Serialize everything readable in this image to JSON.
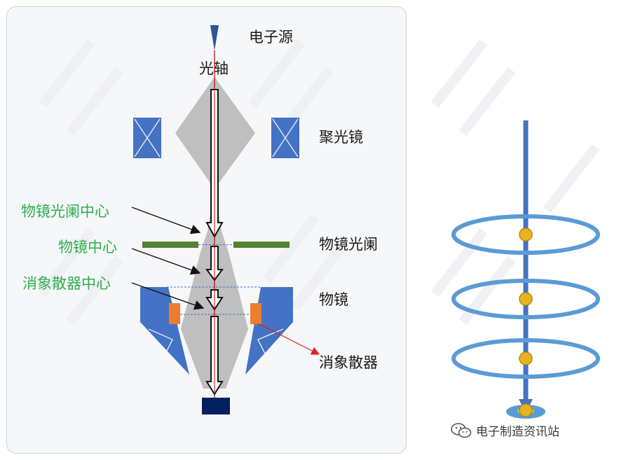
{
  "labels": {
    "electron_source": "电子源",
    "optical_axis": "光轴",
    "condenser_lens": "聚光镜",
    "objective_aperture_center": "物镜光阑中心",
    "objective_aperture": "物镜光阑",
    "objective_center": "物镜中心",
    "stigmator_center": "消象散器中心",
    "objective_lens": "物镜",
    "stigmator": "消象散器"
  },
  "watermark": {
    "icon": "wechat-icon",
    "text": "电子制造资讯站"
  },
  "colors": {
    "lens_blue": "#4472c4",
    "beam_gray": "#bfbfbf",
    "aperture_green": "#548235",
    "stigmator_orange": "#ed7d31",
    "label_green": "#2fae4f",
    "axis_red": "#c00000",
    "sample_navy": "#002060",
    "ring_blue": "#5b9bd5",
    "bead_gold": "#e6b422"
  }
}
